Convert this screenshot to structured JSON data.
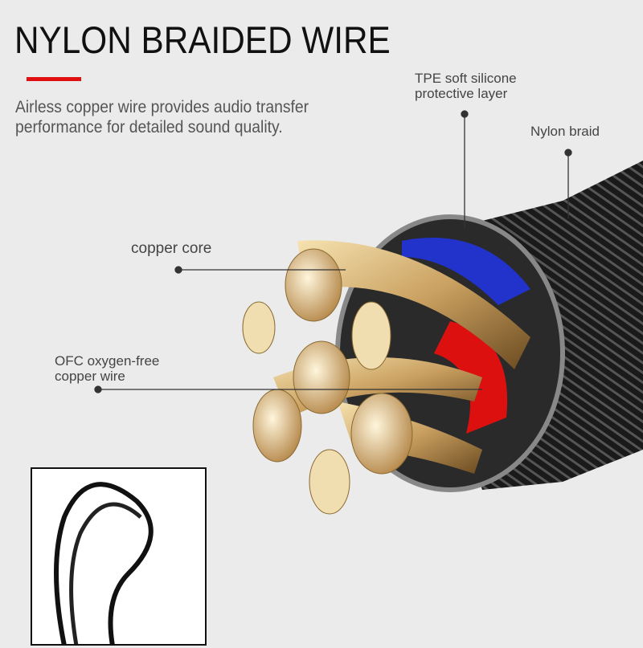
{
  "header": {
    "title": "NYLON BRAIDED WIRE",
    "description_line1": "Airless copper wire provides audio transfer",
    "description_line2": "performance for detailed sound quality.",
    "accent_color": "#e01010"
  },
  "callouts": {
    "tpe_line1": "TPE soft silicone",
    "tpe_line2": "protective layer",
    "nylon": "Nylon braid",
    "copper_core": "copper core",
    "ofc_line1": "OFC oxygen-free",
    "ofc_line2": "copper wire"
  }
}
